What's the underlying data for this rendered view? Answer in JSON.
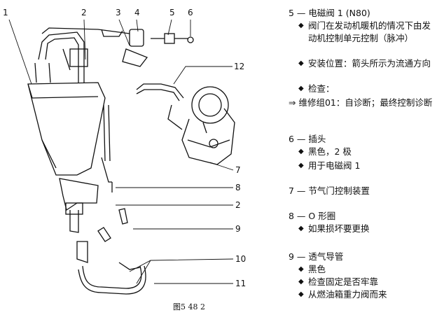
{
  "callouts": [
    "1",
    "2",
    "3",
    "4",
    "5",
    "6",
    "12",
    "7",
    "8",
    "2",
    "9",
    "10",
    "11"
  ],
  "legend": [
    {
      "head": "5 — 电磁阀 1 (N80)",
      "bullets": [
        "阀门在发动机暖机的情况下由发动机控制单元控制（脉冲）",
        "安装位置：箭头所示为流通方向",
        "检查："
      ],
      "note": "⇒ 维修组01：自诊断；最终控制诊断"
    },
    {
      "head": "6 — 插头",
      "bullets": [
        "黑色，2 极",
        "用于电磁阀 1"
      ]
    },
    {
      "head": "7 — 节气门控制装置",
      "bullets": []
    },
    {
      "head": "8 — O 形圈",
      "bullets": [
        "如果损坏要更换"
      ]
    },
    {
      "head": "9 — 透气导管",
      "bullets": [
        "黑色",
        "检查固定是否牢靠",
        "从燃油箱重力阀而来"
      ]
    }
  ],
  "caption": "图5 48 2"
}
